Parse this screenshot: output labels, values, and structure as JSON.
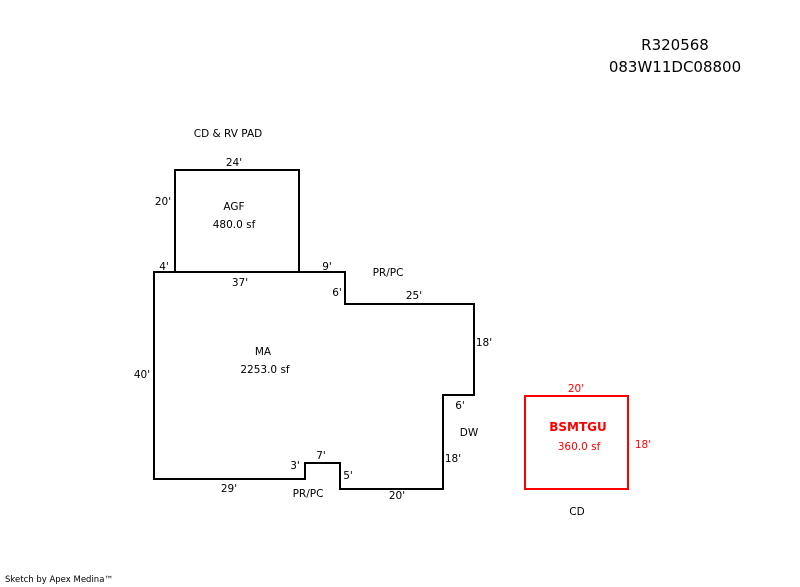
{
  "header": {
    "parcel_id": "R320568",
    "map_number": "083W11DC08800"
  },
  "colors": {
    "main_outline": "#000000",
    "detached_outline": "#ff0000"
  },
  "areas": {
    "agf": {
      "name": "AGF",
      "area": "480.0 sf",
      "top": "24'",
      "left": "20'"
    },
    "ma": {
      "name": "MA",
      "area": "2253.0 sf"
    },
    "bsmtgu": {
      "name": "BSMTGU",
      "area": "360.0 sf",
      "top": "20'",
      "right": "18'"
    }
  },
  "dimensions": {
    "d4": "4'",
    "d37": "37'",
    "d9": "9'",
    "d6a": "6'",
    "d25": "25'",
    "d18a": "18'",
    "d6b": "6'",
    "d18b": "18'",
    "d20": "20'",
    "d5": "5'",
    "d7": "7'",
    "d3": "3'",
    "d29": "29'",
    "d40": "40'"
  },
  "labels": {
    "cd_rv_pad": "CD & RV PAD",
    "prpc_top": "PR/PC",
    "prpc_bottom": "PR/PC",
    "dw": "DW",
    "cd": "CD"
  },
  "footer": {
    "credit": "Sketch by Apex Medina™"
  }
}
